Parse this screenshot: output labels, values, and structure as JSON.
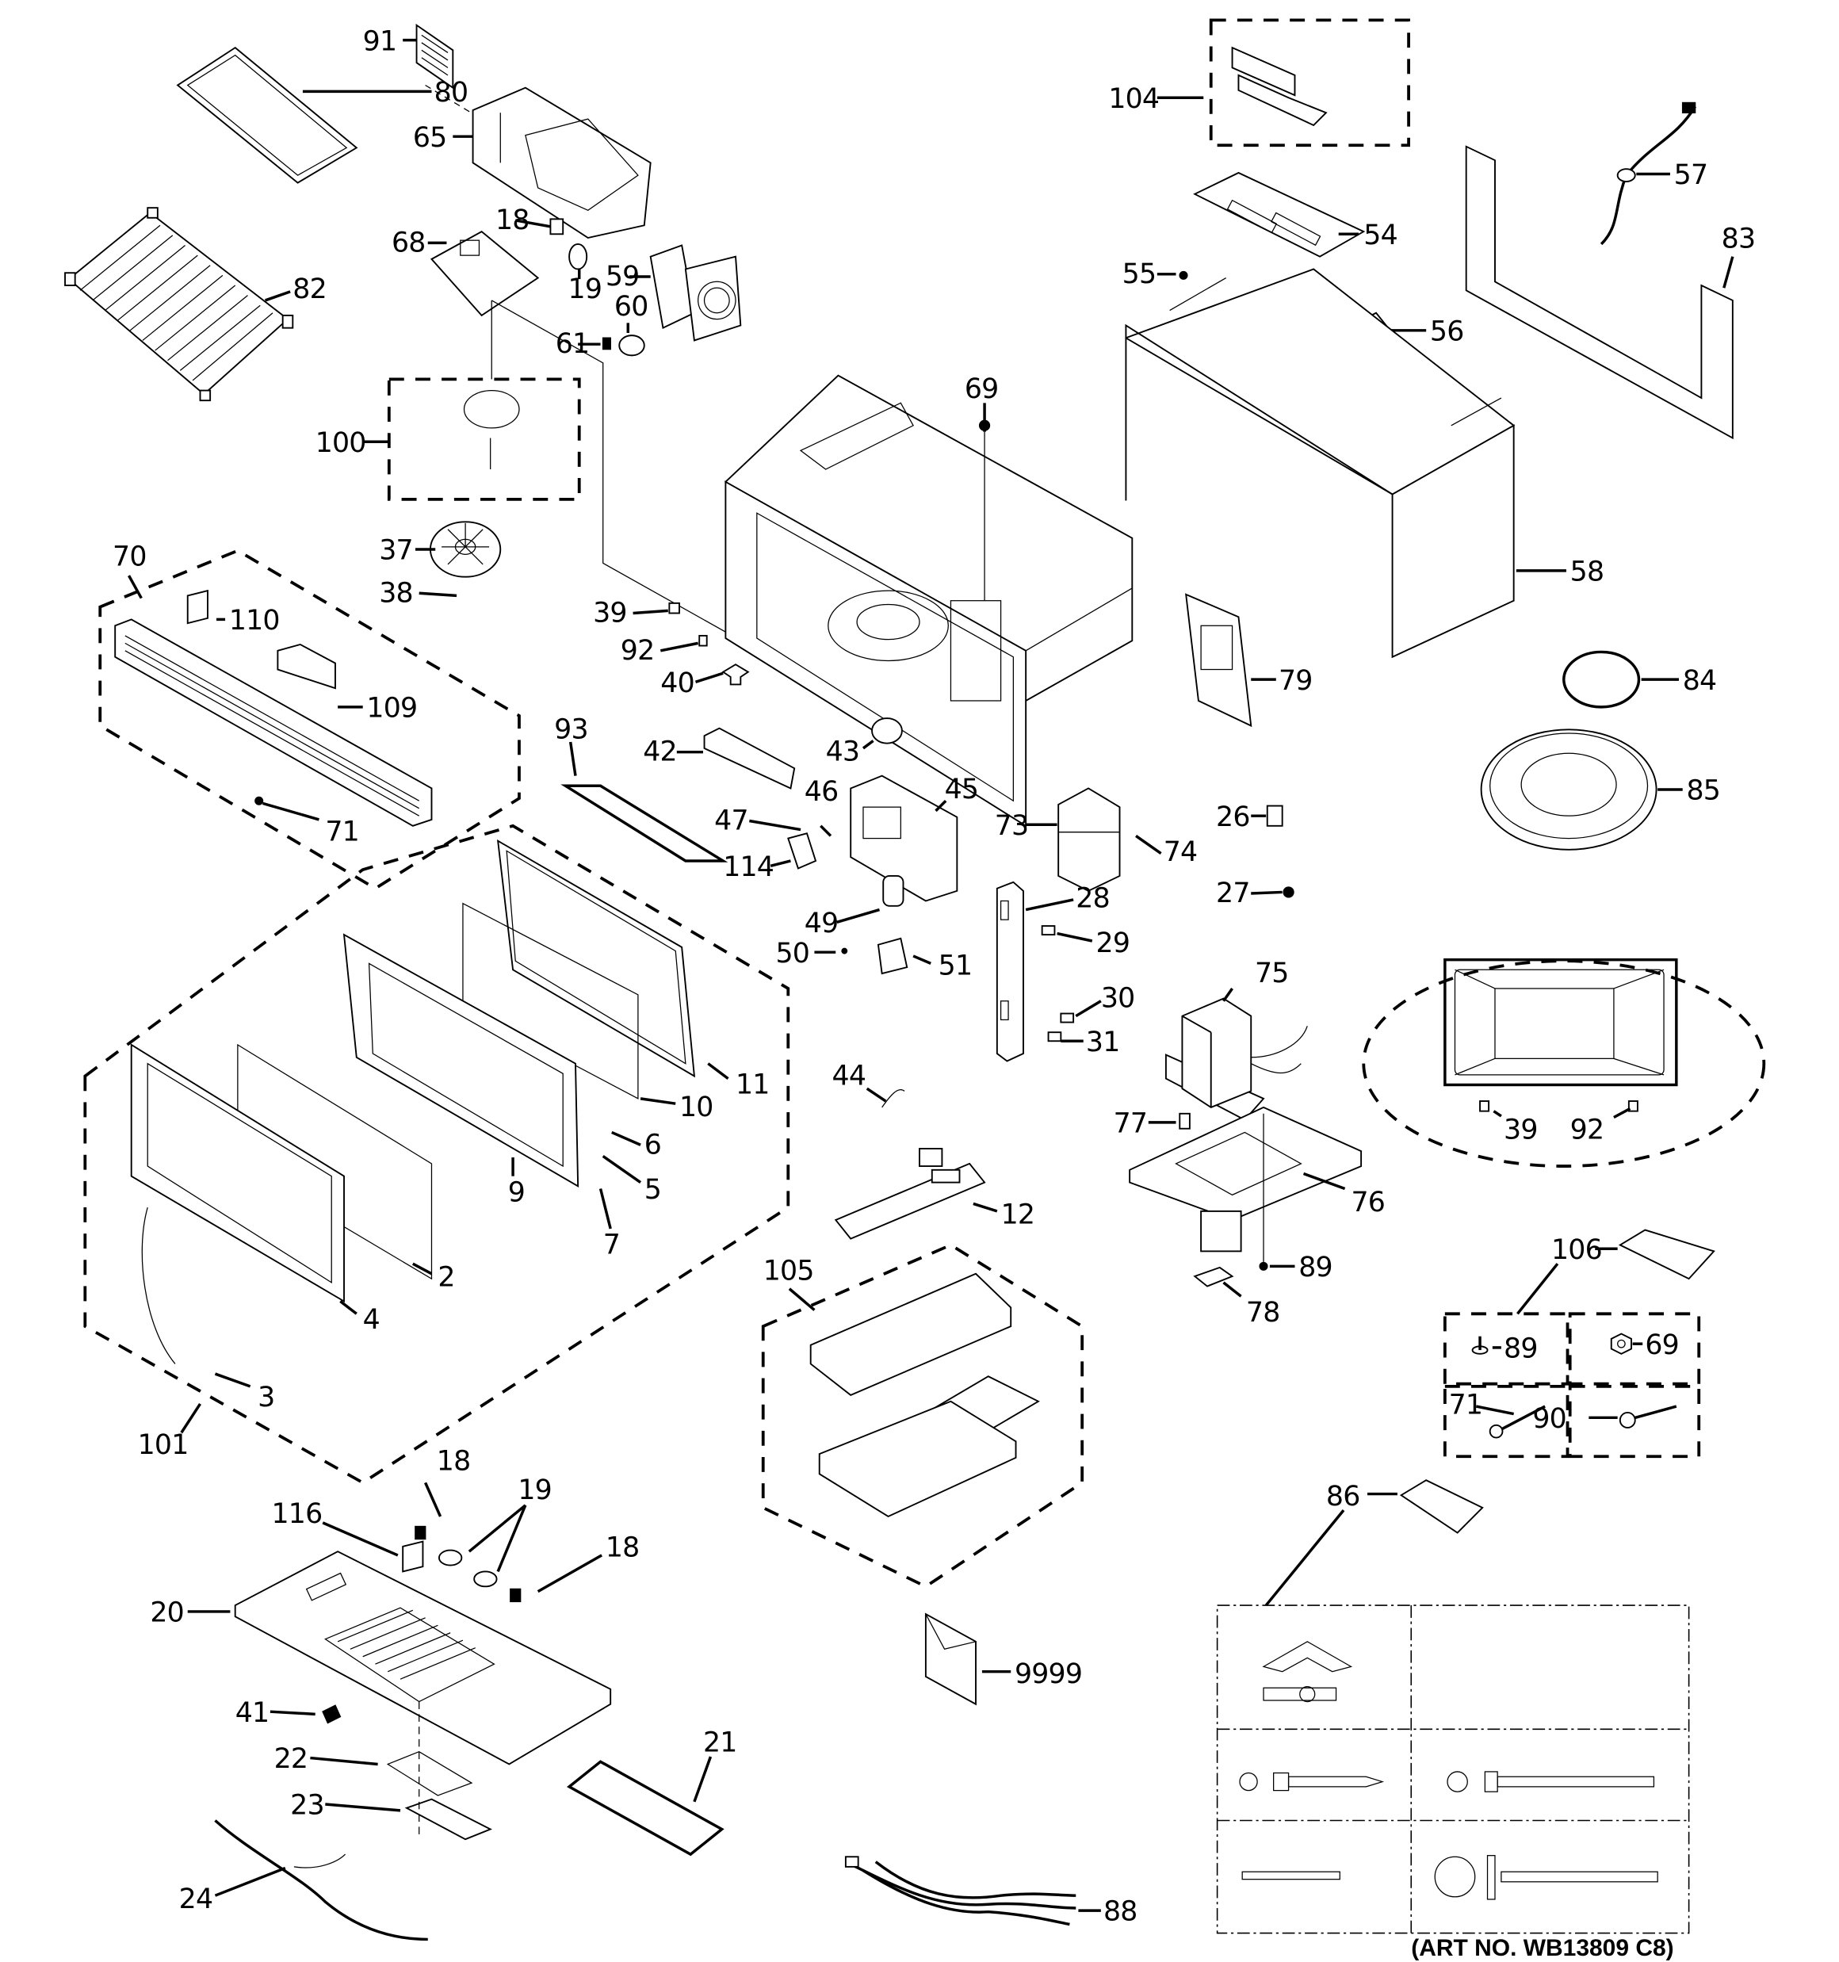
{
  "diagram": {
    "title": "Microwave oven exploded parts view",
    "art_number": "(ART NO. WB13809 C8)",
    "labels": {
      "p80": "80",
      "p82": "82",
      "p91": "91",
      "p65": "65",
      "p18a": "18",
      "p68": "68",
      "p19a": "19",
      "p59": "59",
      "p60": "60",
      "p61": "61",
      "p104": "104",
      "p54": "54",
      "p55": "55",
      "p56": "56",
      "p57": "57",
      "p83": "83",
      "p58": "58",
      "p69a": "69",
      "p100": "100",
      "p37": "37",
      "p38": "38",
      "p70": "70",
      "p110": "110",
      "p109": "109",
      "p71a": "71",
      "p39a": "39",
      "p92a": "92",
      "p40": "40",
      "p43": "43",
      "p42": "42",
      "p93": "93",
      "p46": "46",
      "p45": "45",
      "p47": "47",
      "p114": "114",
      "p73": "73",
      "p74": "74",
      "p79": "79",
      "p84": "84",
      "p85": "85",
      "p26": "26",
      "p27": "27",
      "p28": "28",
      "p29": "29",
      "p30": "30",
      "p31": "31",
      "p49": "49",
      "p50": "50",
      "p51": "51",
      "p11": "11",
      "p10": "10",
      "p6": "6",
      "p5": "5",
      "p7": "7",
      "p9": "9",
      "p2": "2",
      "p4": "4",
      "p3": "3",
      "p101": "101",
      "p44": "44",
      "p12": "12",
      "p75": "75",
      "p77": "77",
      "p76": "76",
      "p89a": "89",
      "p78": "78",
      "p39b": "39",
      "p92b": "92",
      "p106": "106",
      "p89b": "89",
      "p69b": "69",
      "p71b": "71",
      "p90": "90",
      "p105": "105",
      "p86": "86",
      "p18b": "18",
      "p19b": "19",
      "p18c": "18",
      "p116": "116",
      "p20": "20",
      "p41": "41",
      "p22": "22",
      "p21": "21",
      "p23": "23",
      "p24": "24",
      "p9999": "9999",
      "p88": "88"
    }
  }
}
